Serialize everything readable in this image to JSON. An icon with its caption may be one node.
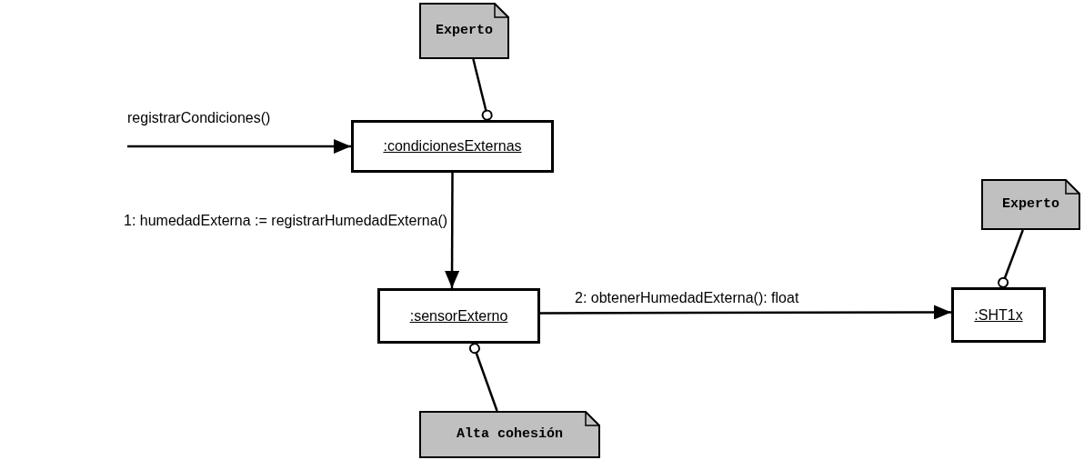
{
  "diagram": {
    "nodes": [
      {
        "text": [
          "Experto"
        ]
      },
      {
        "text": [
          ":condicionesExternas"
        ]
      },
      {
        "text": [
          "Experto"
        ]
      },
      {
        "text": [
          ":sensorExterno"
        ]
      },
      {
        "text": [
          ":SHT1x"
        ]
      },
      {
        "text": [
          "Alta cohesión"
        ]
      }
    ],
    "edges": [
      {
        "from": null,
        "to": 1,
        "arrow": "to",
        "label": "registrarCondiciones()"
      },
      {
        "from": 1,
        "to": 3,
        "arrow": "to",
        "label": "1: humedadExterna := registrarHumedadExterna()"
      },
      {
        "from": 3,
        "to": 4,
        "arrow": "to",
        "label": "2: obtenerHumedadExterna(): float"
      },
      {
        "from": 0,
        "to": 1,
        "arrow": "other"
      },
      {
        "from": 2,
        "to": 4,
        "arrow": "other"
      },
      {
        "from": 5,
        "to": 3,
        "arrow": "other"
      }
    ]
  }
}
